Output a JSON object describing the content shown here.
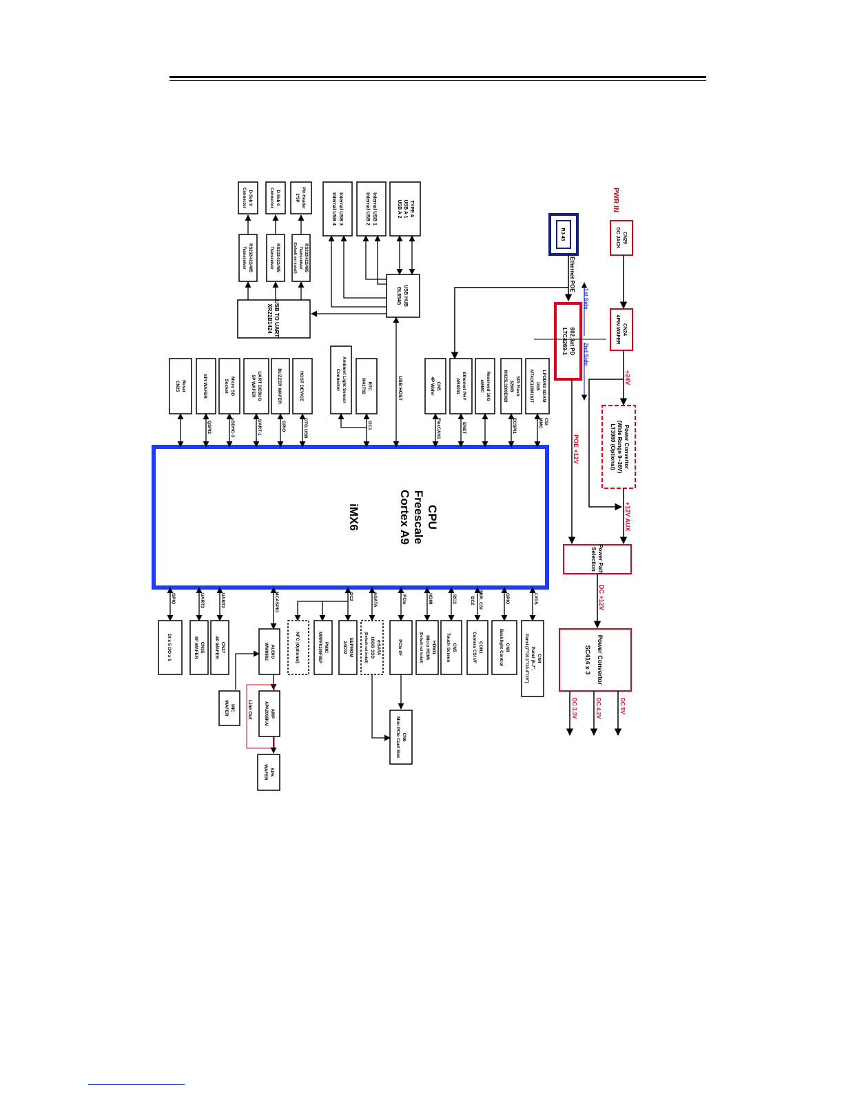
{
  "colors": {
    "cpu_border": "#1f3cf0",
    "power_red": "#e0001b",
    "rj45_navy": "#14207a",
    "side_blue": "#2233dd",
    "line": "#000000"
  },
  "cpu": {
    "line1": "CPU",
    "line2": "Freescale",
    "line3": "Cortex A9",
    "line4": "iMX6"
  },
  "power": {
    "pwr_in": "PWR IN",
    "dc_jack": [
      "CN29",
      "DC JACK"
    ],
    "wafer_4pin": [
      "CN24",
      "4PIN WAFER"
    ],
    "poe_pd": [
      "802.3at PD",
      "LTC4269-1"
    ],
    "rj45": "RJ-45",
    "ethernet_poe": "Ethernet POE",
    "first_side": "1st Side",
    "second_side": "2nd Side",
    "plus24v": "+24V",
    "converter_top": [
      "Power Convertor",
      "(Wide Range 9~36V)",
      "LT3980 (Optional)"
    ],
    "plus12v_aux": "+12V AUX",
    "poe_12v": "POE +12V",
    "path_selection": [
      "Power Path",
      "Selection"
    ],
    "dc_12v": "DC +12V",
    "converter_bottom": [
      "Power Convertor",
      "SC414 x 3"
    ],
    "dc_5v": "DC 5V",
    "dc_42v": "DC 4.2V",
    "dc_33v": "DC 3.3V"
  },
  "top_blocks": {
    "usb_type_a": [
      "TYPE A",
      "USB A 1",
      "USB A 2"
    ],
    "usb_int_12": [
      "Internal USB 1",
      "Internal USB 2"
    ],
    "usb_int_34": [
      "Internal USB 3",
      "Internal USB 4"
    ],
    "usb_hub": [
      "USB HUB",
      "GL854G"
    ],
    "usb_to_uart": [
      "USB TO UART",
      "XR21B1424"
    ],
    "rs232_1": [
      "RS232/422/485",
      "Transceiver"
    ],
    "rs232_2": [
      "RS232/422/485",
      "Transceiver"
    ],
    "rs232_3": [
      "RS232/422/485",
      "Transceiver",
      "(Default not install)"
    ],
    "dsub_1": [
      "D-Sub 9",
      "Connector"
    ],
    "dsub_2": [
      "D-Sub 9",
      "Connector"
    ],
    "pin_header": [
      "Pin Header",
      "2*5P"
    ],
    "lpddr3": [
      "LPDDR3 SDAM",
      "1GB",
      "MT41K128M16JT"
    ],
    "spi_flash": [
      "SPI Flash",
      "32MB",
      "MX25L3206EM2I"
    ],
    "emmc": [
      "Reserved 16G",
      "eMMC"
    ],
    "eth_phy": [
      "Ethernet PHY",
      "AR8031"
    ],
    "cn5_wafer": [
      "CN5",
      "4P Wafer"
    ],
    "rtc": [
      "RTC",
      "M41T62"
    ],
    "als": [
      "Ambient Light Sensor",
      "Connector"
    ],
    "host_device": [
      "HOST DEVICE"
    ],
    "buzzer": [
      "BUZZER WAFER"
    ],
    "uart_debug": [
      "UART DEBUG",
      "5P WAFER"
    ],
    "micro_sd": [
      "Micro SD",
      "Socket"
    ],
    "spi_wafer": [
      "SPI WAFER"
    ],
    "reset": [
      "Reset",
      "CN25"
    ]
  },
  "top_signals": {
    "mmc": "MMC",
    "csi": "CSI",
    "ecspi": "ECSPI1",
    "enet": "ENET",
    "flexcan": "FlexCAN1",
    "usb_host": "USB HOST",
    "i2c1": "I2C1",
    "otg": "OTG USB",
    "gpio": "GPIO",
    "uart1": "UART-1",
    "usdhc": "uSDHC-3",
    "qspi": "QSPI2"
  },
  "bottom_blocks": {
    "panel": [
      "CN4",
      "Panel (5.7\",",
      "Panel (7\"/10.1\"/10.4\"/15\")"
    ],
    "backlight": [
      "CN8",
      "Backlight Control"
    ],
    "camera": [
      "CON1",
      "Camera CSI I/F"
    ],
    "touch": [
      "CN5",
      "Touch Screen"
    ],
    "hdmi": [
      "HDMI1",
      "Micro HDMI",
      "(Default not install)"
    ],
    "pcie_if": [
      "PCIe I/F"
    ],
    "mini_pcie": [
      "CN6",
      "Mini PCIe Card Slot"
    ],
    "msata": [
      "mSATA",
      "16GB SSD",
      "(Default not install)"
    ],
    "eeprom": [
      "EEPROM",
      "24C02"
    ],
    "pmic": [
      "PMIC",
      "MMPF0100F0EP"
    ],
    "nfc": [
      "NFC    (Optional)"
    ],
    "audio": [
      "AUDIO",
      "WM8962"
    ],
    "amp": [
      "AMP",
      "APA2068KAI"
    ],
    "line_out": "Line Out",
    "mic": [
      "MIC",
      "WAFER"
    ],
    "spk": [
      "SPK",
      "WAFER"
    ],
    "cn27": [
      "CN27",
      "4P WAFER"
    ],
    "cn35": [
      "CN35",
      "4P WAFER"
    ],
    "dio": [
      "DI x 5 DO x 5"
    ]
  },
  "bottom_signals": {
    "lvds": "LVDS",
    "gpio_r": "GPIO",
    "mipi_csi": "MIPI_CSI",
    "i2c2a": "I2C2",
    "i2c3": "I2C3",
    "hdmi": "HDMI",
    "pcie": "PCIe",
    "msata": "mSATA",
    "i2c2b": "I2C2",
    "mcaspio": "MCASPIO",
    "uart2": "UART2",
    "uart3": "UART3",
    "gpio_l": "GPIO"
  }
}
